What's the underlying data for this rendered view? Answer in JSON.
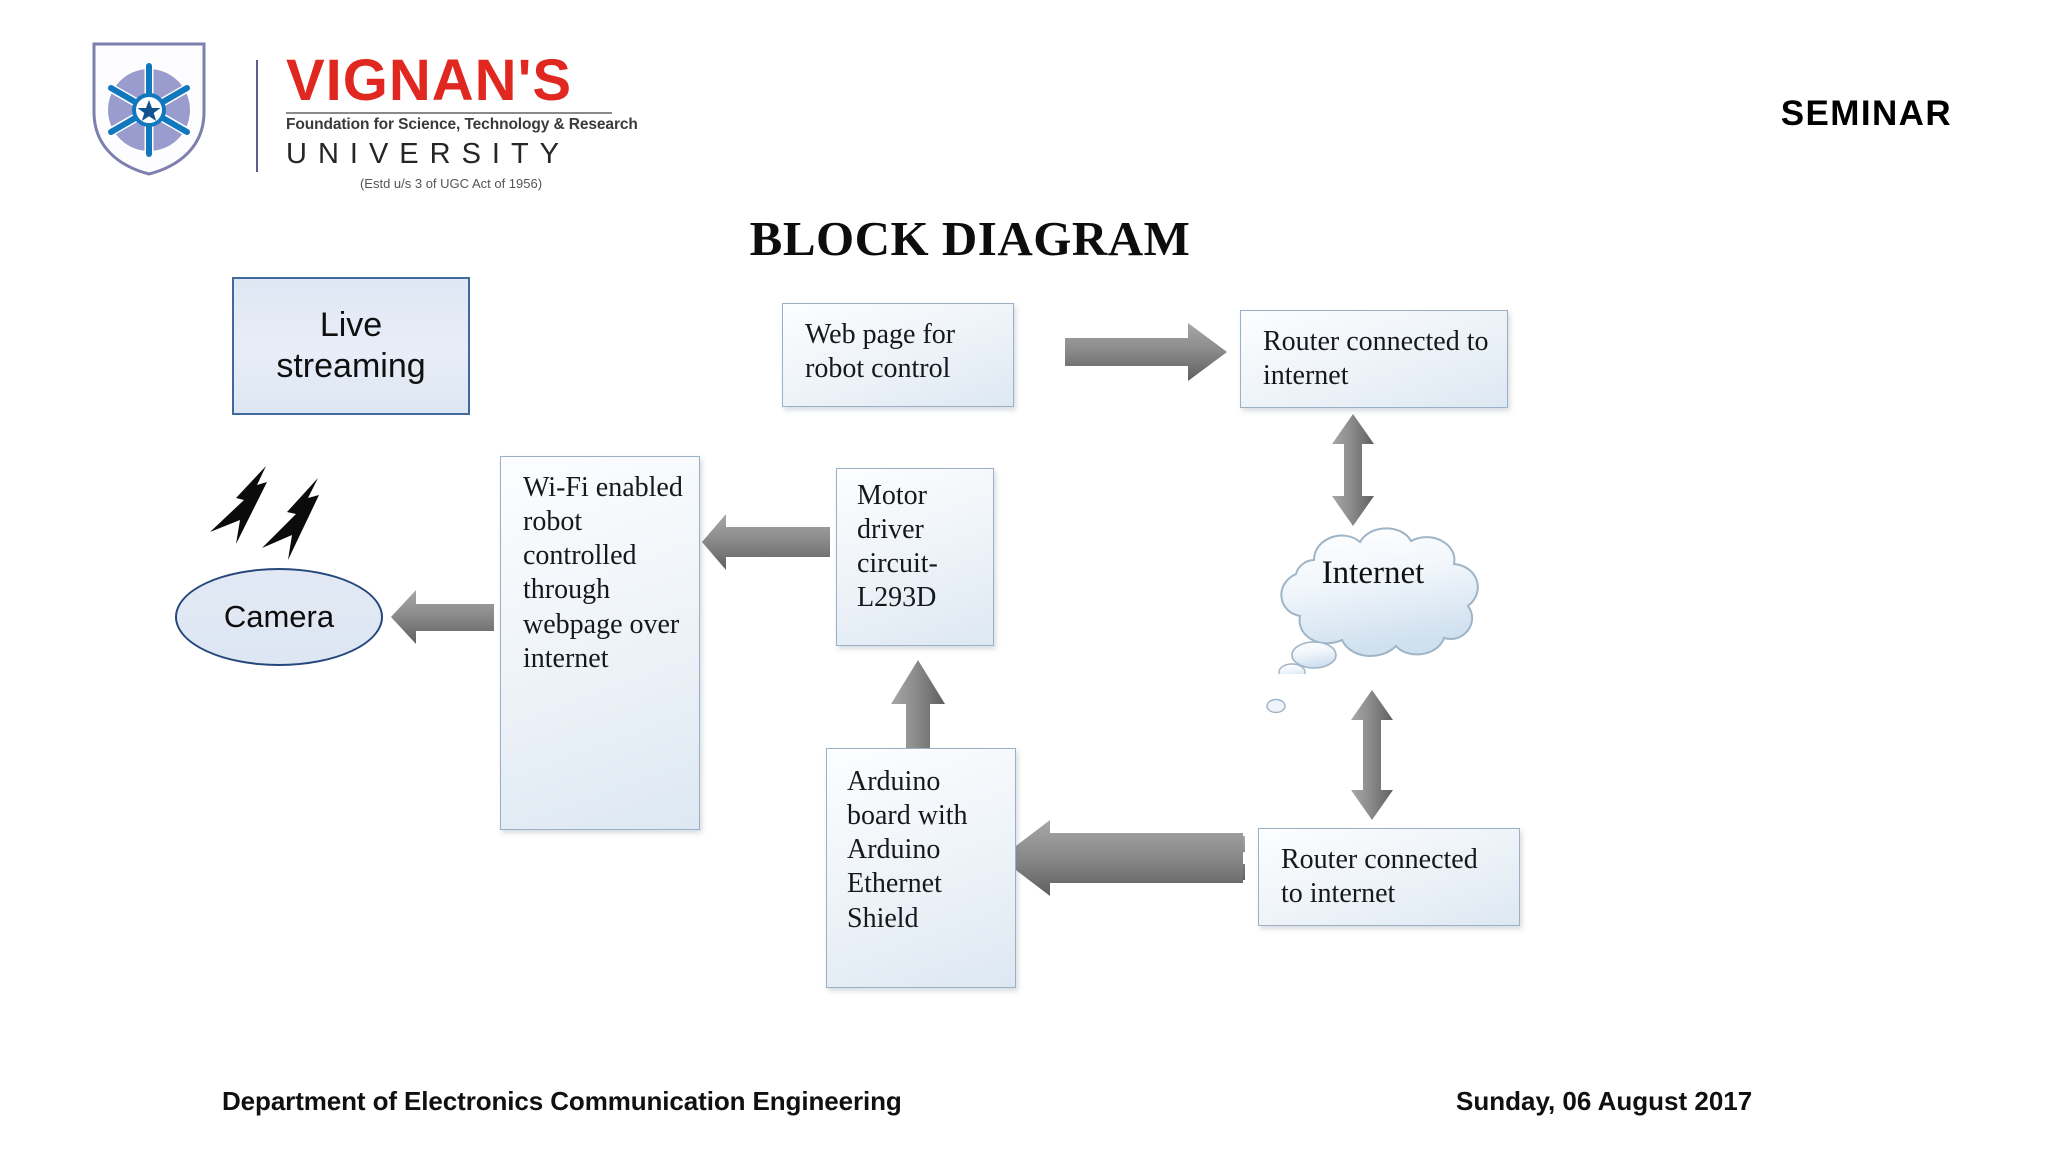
{
  "header": {
    "logo": {
      "wordmark": "VIGNAN'S",
      "tagline": "Foundation for Science, Technology & Research",
      "university": "UNIVERSITY",
      "estd": "(Estd u/s 3 of UGC Act of 1956)",
      "shield_icon": "shield-wheel-star-icon"
    },
    "seminar_label": "SEMINAR"
  },
  "title": "BLOCK DIAGRAM",
  "diagram": {
    "boxes": {
      "live_streaming": "Live\nstreaming",
      "camera": "Camera",
      "wifi_robot": "Wi-Fi enabled robot controlled through webpage over internet",
      "web_page": "Web page for robot control",
      "router_top": "Router connected to internet",
      "motor_driver": "Motor driver circuit-L293D",
      "arduino": "Arduino board with Arduino Ethernet Shield",
      "router_bottom": "Router connected to internet",
      "internet_cloud": "Internet"
    },
    "connections": [
      {
        "name": "webpage-to-router-top",
        "direction": "right"
      },
      {
        "name": "router-top-to-internet",
        "direction": "both-vertical"
      },
      {
        "name": "internet-to-router-bottom",
        "direction": "both-vertical"
      },
      {
        "name": "router-bottom-to-arduino",
        "direction": "left"
      },
      {
        "name": "arduino-to-motor-driver",
        "direction": "up"
      },
      {
        "name": "motor-driver-to-wifi-robot",
        "direction": "left"
      },
      {
        "name": "wifi-robot-to-camera",
        "direction": "left"
      }
    ],
    "colors": {
      "box_border": "#9bb0c4",
      "box_fill_top": "#fcfdfe",
      "box_fill_bottom": "#dde8f2",
      "accent_blue": "#41699e",
      "camera_border": "#25477c",
      "arrow_gray": "#808080",
      "brand_red": "#e02720"
    }
  },
  "footer": {
    "department": "Department of Electronics Communication Engineering",
    "date": "Sunday, 06 August 2017"
  }
}
